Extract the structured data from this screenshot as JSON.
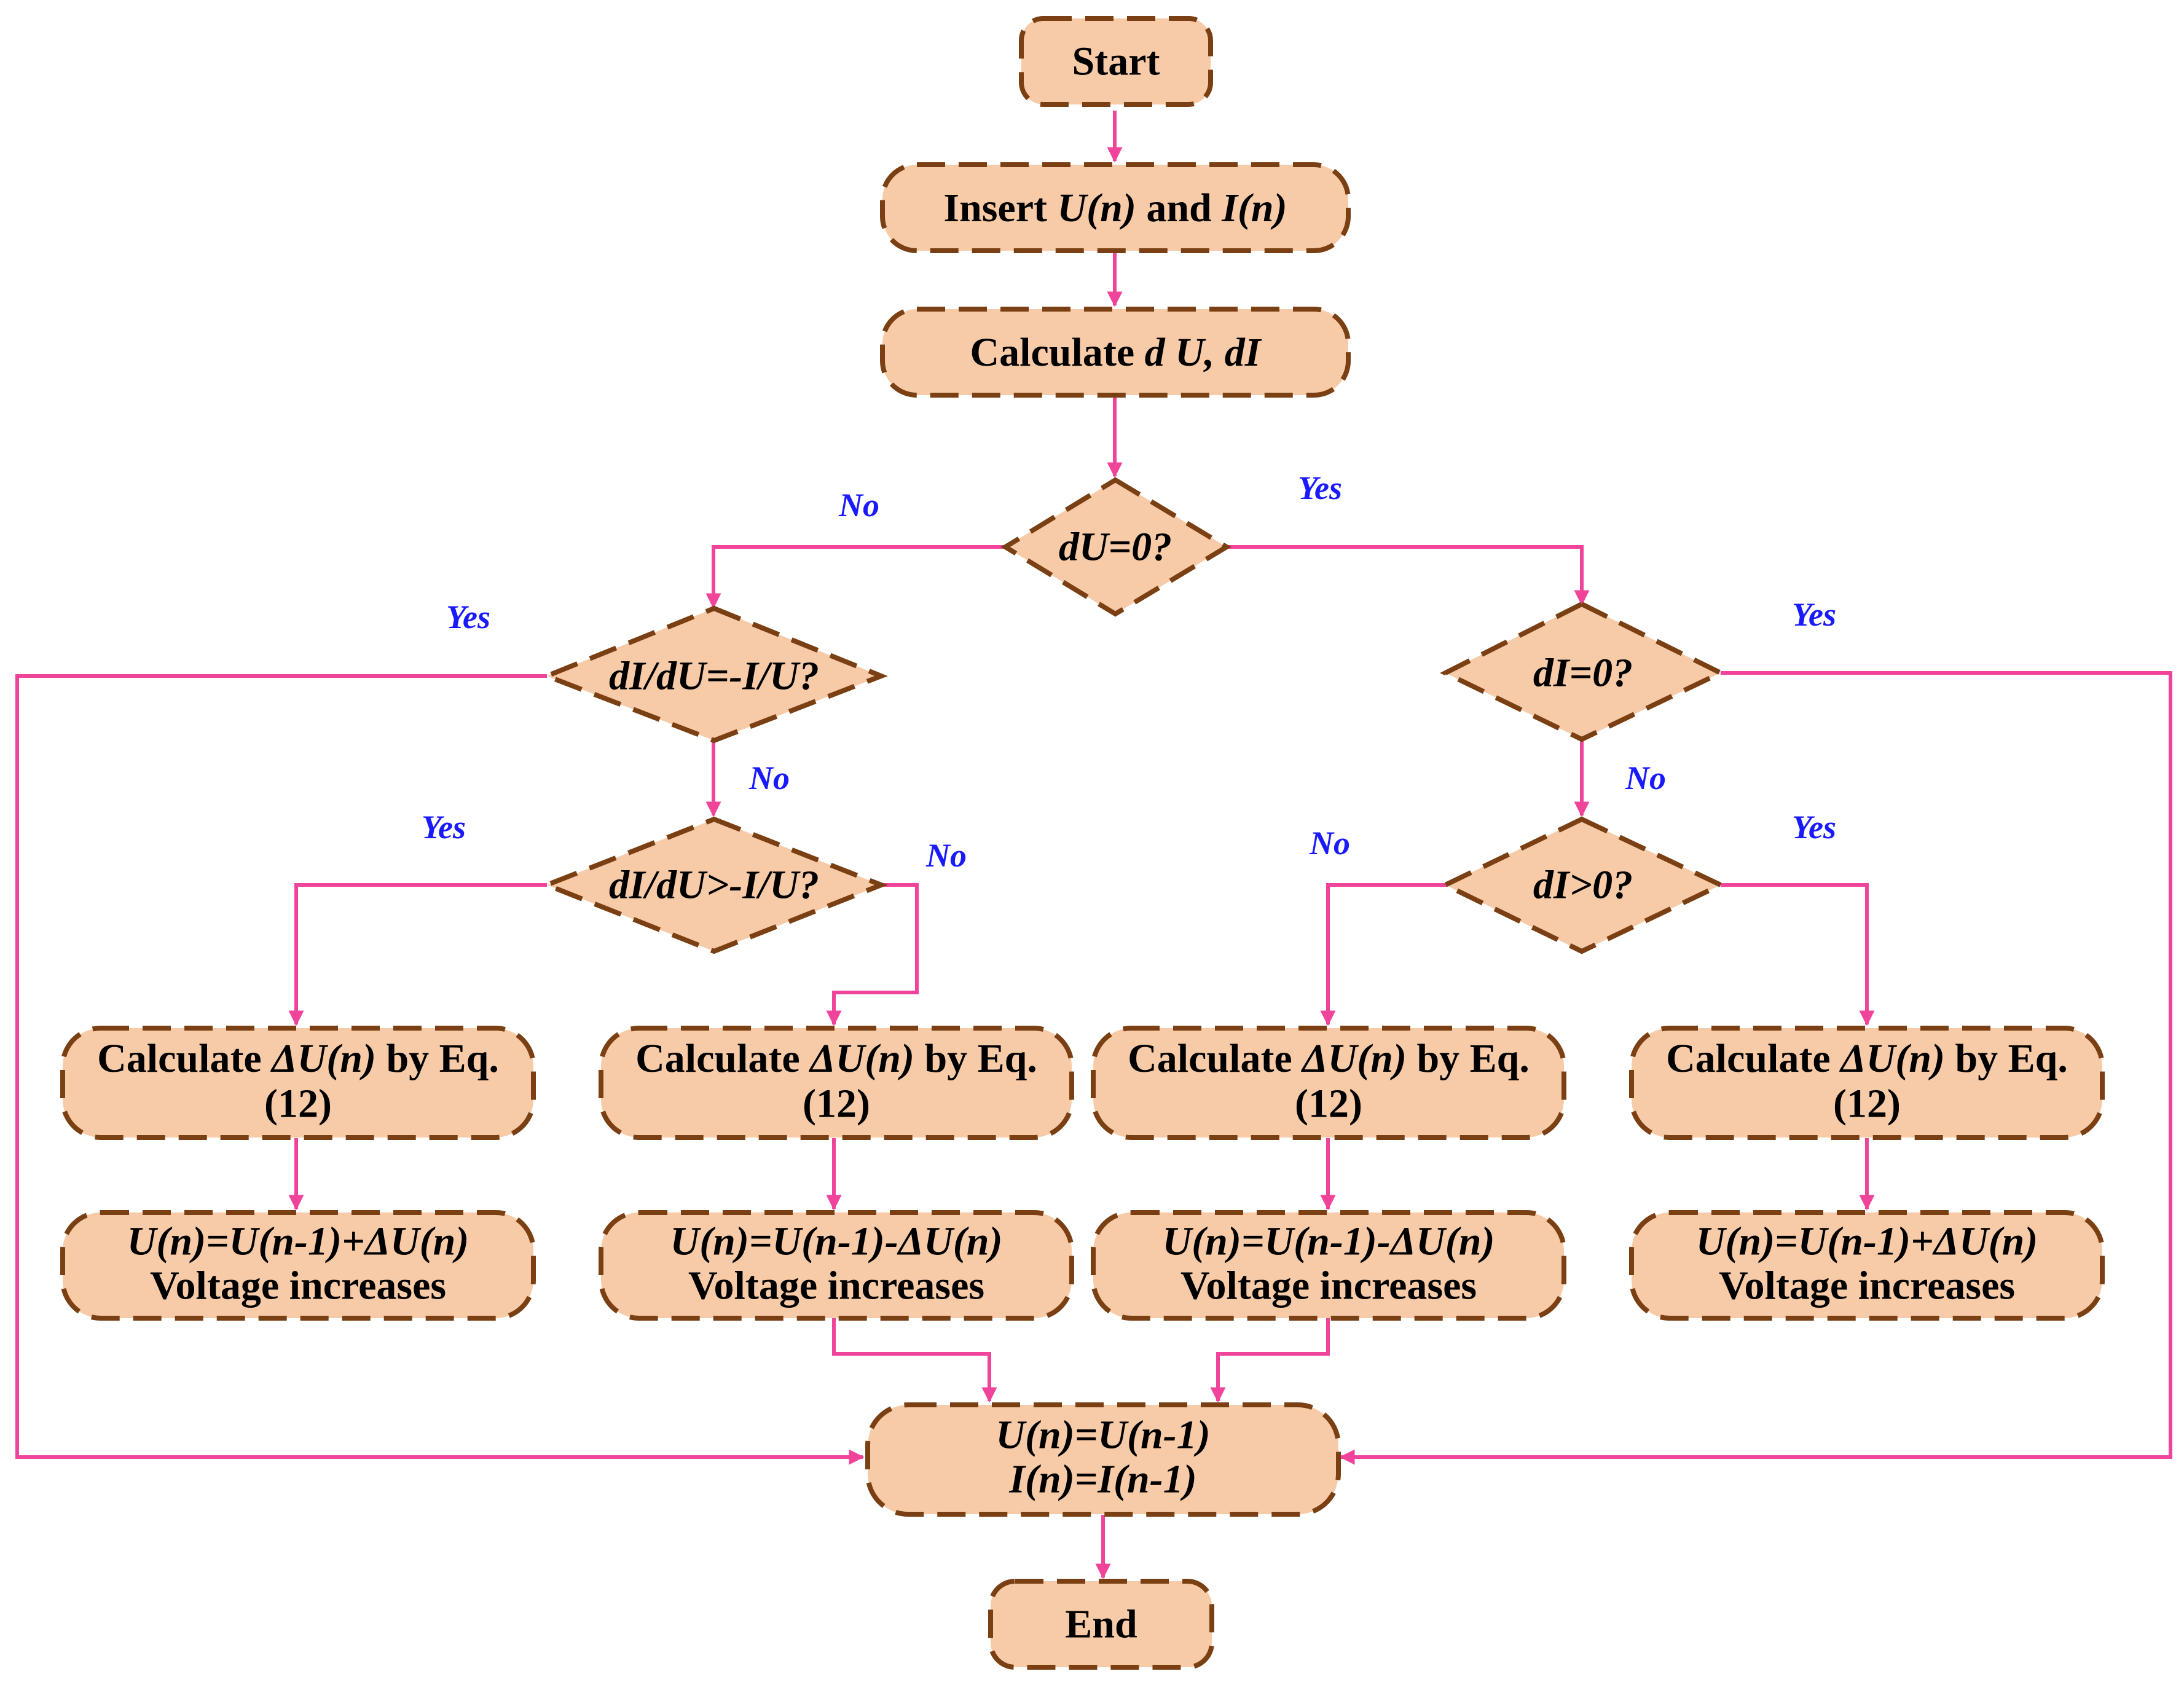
{
  "colors": {
    "fill": "#f8cba8",
    "stroke": "#7a3f12",
    "connector": "#f0449b",
    "label": "#1a1aff",
    "text": "#000000"
  },
  "nodes": {
    "start": {
      "text": "Start"
    },
    "insert": {
      "pre": "Insert ",
      "u": "U(n)",
      "mid": " and ",
      "i": "I(n)"
    },
    "calc": {
      "pre": "Calculate ",
      "vars": "d U, dI"
    },
    "d_du0": {
      "text": "dU=0?"
    },
    "d_eq": {
      "text": "dI/dU=-I/U?"
    },
    "d_gt": {
      "text": "dI/dU>-I/U?"
    },
    "d_di0": {
      "text": "dI=0?"
    },
    "d_digt": {
      "text": "dI>0?"
    },
    "calc_dun": {
      "pre": "Calculate ",
      "var": "ΔU(n)",
      "post": " by Eq.",
      "line2": "(12)"
    },
    "update1": {
      "eq": "U(n)=U(n-1)+ΔU(n)",
      "line2": "Voltage increases"
    },
    "update2": {
      "eq": "U(n)=U(n-1)-ΔU(n)",
      "line2": "Voltage increases"
    },
    "update3": {
      "eq": "U(n)=U(n-1)-ΔU(n)",
      "line2": "Voltage increases"
    },
    "update4": {
      "eq": "U(n)=U(n-1)+ΔU(n)",
      "line2": "Voltage increases"
    },
    "store": {
      "line1": "U(n)=U(n-1)",
      "line2": "I(n)=I(n-1)"
    },
    "end": {
      "text": "End"
    }
  },
  "labels": {
    "yes": "Yes",
    "no": "No"
  }
}
